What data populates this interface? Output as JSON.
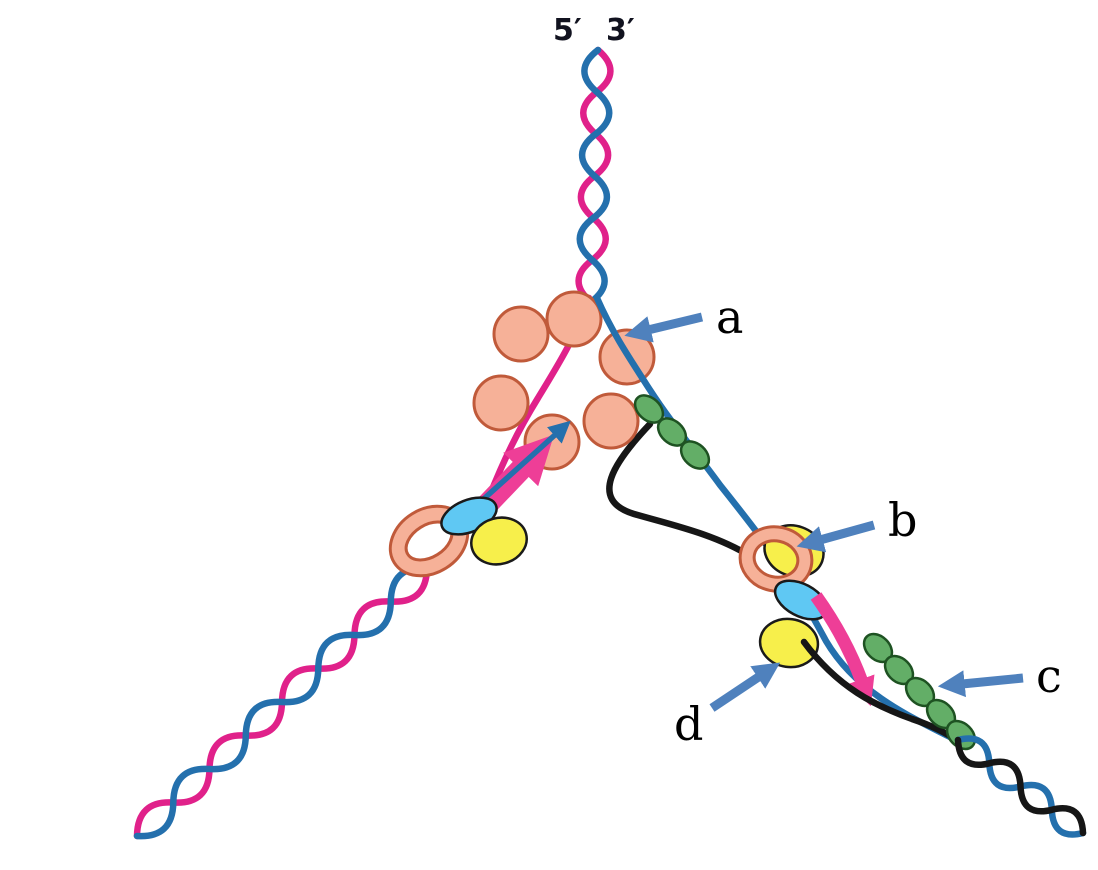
{
  "labels": {
    "five_prime": "5′",
    "three_prime": "3′",
    "a": "a",
    "b": "b",
    "c": "c",
    "d": "d"
  },
  "parts": {
    "a": "helicase-ring-at-fork",
    "b": "sliding-clamp-ring",
    "c": "single-strand-binding-beads",
    "d": "polymerase-enzyme"
  },
  "colors": {
    "pink": "#e0218a",
    "blue": "#2470ad",
    "black": "#161616",
    "peach": "#f6b198",
    "peach_outline": "#c05a3a",
    "green": "#63ae67",
    "green_outline": "#1e5222",
    "yellow": "#f7ef4b",
    "lightblue": "#5fc8f3",
    "magenta": "#ee3e97",
    "steel": "#4f81bd"
  }
}
